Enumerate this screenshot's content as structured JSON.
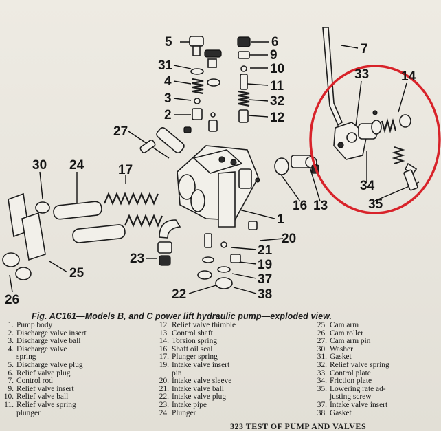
{
  "diagram": {
    "callouts": [
      "5",
      "6",
      "9",
      "10",
      "11",
      "32",
      "12",
      "31",
      "4",
      "3",
      "2",
      "7",
      "33",
      "14",
      "27",
      "30",
      "24",
      "17",
      "16",
      "13",
      "34",
      "35",
      "1",
      "20",
      "21",
      "19",
      "37",
      "38",
      "22",
      "23",
      "25",
      "26"
    ]
  },
  "caption": "Fig. AC161—Models B, and C power lift hydraulic pump—exploded view.",
  "legend": {
    "col1": [
      {
        "num": "1.",
        "text": "Pump body"
      },
      {
        "num": "2.",
        "text": "Discharge valve insert"
      },
      {
        "num": "3.",
        "text": "Discharge valve ball"
      },
      {
        "num": "4.",
        "text": "Discharge valve"
      },
      {
        "num": "",
        "text": "spring"
      },
      {
        "num": "5.",
        "text": "Discharge valve plug"
      },
      {
        "num": "6.",
        "text": "Relief valve plug"
      },
      {
        "num": "7.",
        "text": "Control rod"
      },
      {
        "num": "9.",
        "text": "Relief valve insert"
      },
      {
        "num": "10.",
        "text": "Relief valve ball"
      },
      {
        "num": "11.",
        "text": "Relief valve spring"
      },
      {
        "num": "",
        "text": "plunger"
      }
    ],
    "col2": [
      {
        "num": "12.",
        "text": "Relief valve thimble"
      },
      {
        "num": "13.",
        "text": "Control shaft"
      },
      {
        "num": "14.",
        "text": "Torsion spring"
      },
      {
        "num": "16.",
        "text": "Shaft oil seal"
      },
      {
        "num": "17.",
        "text": "Plunger spring"
      },
      {
        "num": "19.",
        "text": "Intake valve insert"
      },
      {
        "num": "",
        "text": "pin"
      },
      {
        "num": "20.",
        "text": "Intake valve sleeve"
      },
      {
        "num": "21.",
        "text": "Intake valve ball"
      },
      {
        "num": "22.",
        "text": "Intake valve plug"
      },
      {
        "num": "23.",
        "text": "Intake pipe"
      },
      {
        "num": "24.",
        "text": "Plunger"
      }
    ],
    "col3": [
      {
        "num": "25.",
        "text": "Cam arm"
      },
      {
        "num": "26.",
        "text": "Cam roller"
      },
      {
        "num": "27.",
        "text": "Cam arm pin"
      },
      {
        "num": "30.",
        "text": "Washer"
      },
      {
        "num": "31.",
        "text": "Gasket"
      },
      {
        "num": "32.",
        "text": "Relief valve spring"
      },
      {
        "num": "33.",
        "text": "Control plate"
      },
      {
        "num": "34.",
        "text": "Friction plate"
      },
      {
        "num": "35.",
        "text": "Lowering rate ad-"
      },
      {
        "num": "",
        "text": "justing screw"
      },
      {
        "num": "37.",
        "text": "Intake valve insert"
      },
      {
        "num": "38.",
        "text": "Gasket"
      }
    ]
  },
  "footer": {
    "text": "323   TEST OF PUMP AND VALVES"
  },
  "colors": {
    "paper": "#e6e3da",
    "ink": "#1b1b1b",
    "highlight": "#d8232a"
  }
}
